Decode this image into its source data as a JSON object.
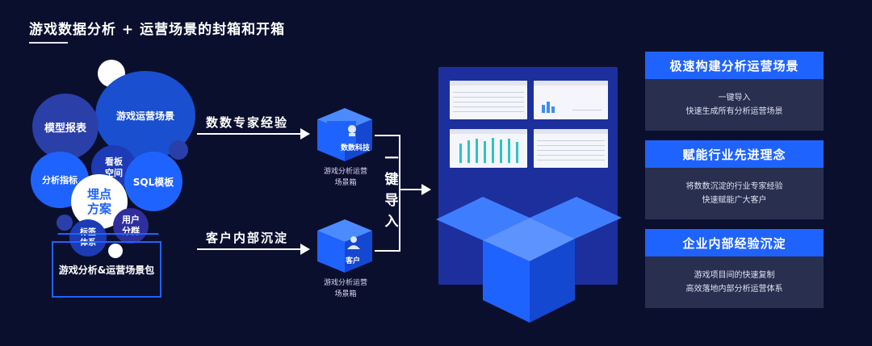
{
  "title": "游戏数据分析 + 运营场景的封箱和开箱",
  "bubbles": {
    "b1": "游戏运营场景",
    "b2": "模型报表",
    "b3": "看板\n空间",
    "b4": "分析指标",
    "b5": "SQL模板",
    "b6": "埋点\n方案",
    "b7": "用户\n分群",
    "b8": "标签\n体系"
  },
  "package_label": "游戏分析&运营场景包",
  "flows": [
    {
      "label": "数数专家经验",
      "cube_text": "数数科技",
      "caption": "游戏分析运营\n场景箱"
    },
    {
      "label": "客户内部沉淀",
      "cube_text": "客户",
      "caption": "游戏分析运营\n场景箱"
    }
  ],
  "import_text": [
    "一",
    "键",
    "导",
    "入"
  ],
  "cards": [
    {
      "title": "极速构建分析运营场景",
      "lines": [
        "一键导入",
        "快速生成所有分析运营场景"
      ]
    },
    {
      "title": "赋能行业先进理念",
      "lines": [
        "将数数沉淀的行业专家经验",
        "快速赋能广大客户"
      ]
    },
    {
      "title": "企业内部经验沉淀",
      "lines": [
        "游戏项目间的快速复制",
        "高效落地内部分析运营体系"
      ]
    }
  ],
  "colors": {
    "accent": "#1f63ff",
    "background": "#0b0f2e",
    "card": "#282f4f",
    "panel": "#1c2f9d"
  }
}
